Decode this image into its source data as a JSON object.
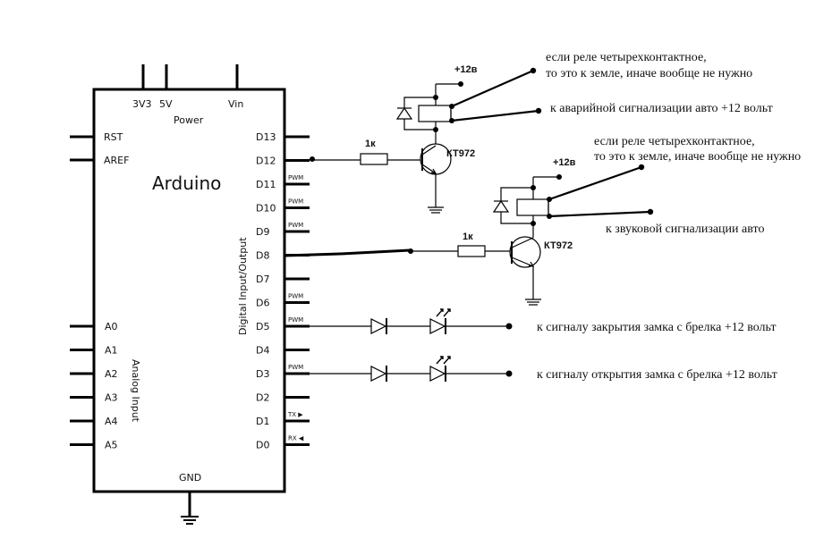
{
  "board": {
    "title": "Arduino",
    "power_section": "Power",
    "power_pins": [
      "3V3",
      "5V",
      "Vin"
    ],
    "left_pins": [
      "RST",
      "AREF"
    ],
    "analog_label": "Analog Input",
    "analog_pins": [
      "A0",
      "A1",
      "A2",
      "A3",
      "A4",
      "A5"
    ],
    "digital_label": "Digital Input/Output",
    "digital_pins": [
      {
        "name": "D13",
        "tag": ""
      },
      {
        "name": "D12",
        "tag": ""
      },
      {
        "name": "D11",
        "tag": "PWM"
      },
      {
        "name": "D10",
        "tag": "PWM"
      },
      {
        "name": "D9",
        "tag": "PWM"
      },
      {
        "name": "D8",
        "tag": ""
      },
      {
        "name": "D7",
        "tag": ""
      },
      {
        "name": "D6",
        "tag": "PWM"
      },
      {
        "name": "D5",
        "tag": "PWM"
      },
      {
        "name": "D4",
        "tag": ""
      },
      {
        "name": "D3",
        "tag": "PWM"
      },
      {
        "name": "D2",
        "tag": ""
      },
      {
        "name": "D1",
        "tag": "TX ▶"
      },
      {
        "name": "D0",
        "tag": "RX ◀"
      }
    ],
    "gnd": "GND"
  },
  "relay1": {
    "resistor": "1к",
    "transistor": "КТ972",
    "supply": "+12в",
    "note_line1": "если реле четырехконтактное,",
    "note_line2": "то это к земле, иначе вообще не нужно",
    "output_note": "к аварийной сигнализации авто +12 вольт"
  },
  "relay2": {
    "resistor": "1к",
    "transistor": "КТ972",
    "supply": "+12в",
    "note_line1": "если реле четырехконтактное,",
    "note_line2": "то это к земле, иначе вообще не нужно",
    "output_note": "к звуковой сигнализации авто"
  },
  "led_lines": [
    {
      "pin": "D5",
      "note": "к сигналу закрытия замка с брелка +12 вольт"
    },
    {
      "pin": "D3",
      "note": "к сигналу открытия замка с брелка +12 вольт"
    }
  ]
}
